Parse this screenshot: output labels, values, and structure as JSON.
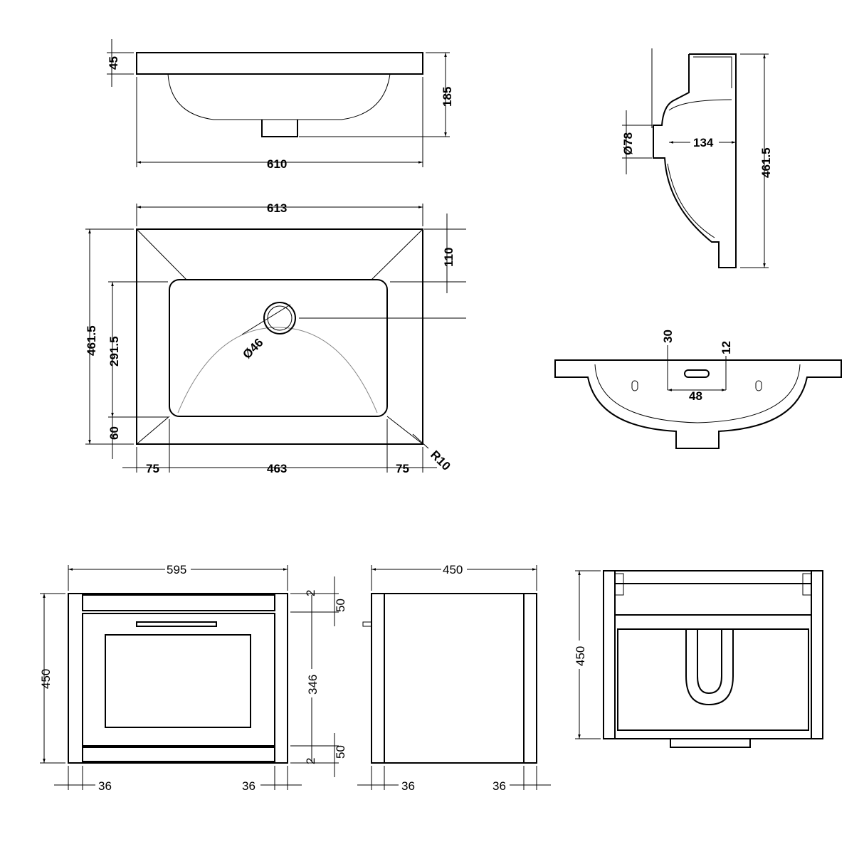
{
  "basin_side_elevation": {
    "thickness": "45",
    "height": "185",
    "width": "610"
  },
  "basin_plan": {
    "width": "613",
    "back_ledge": "110",
    "depth": "461.5",
    "bowl_depth": "291.5",
    "front_ledge": "60",
    "waste_diameter": "Ø46",
    "left_margin": "75",
    "bowl_width": "463",
    "right_margin": "75",
    "corner_radius": "R10"
  },
  "basin_profile": {
    "overflow_diameter": "Ø78",
    "waste_offset": "134",
    "depth": "461.5"
  },
  "basin_underside": {
    "slot_offset": "30",
    "slot_height": "12",
    "slot_width": "48"
  },
  "cabinet_front": {
    "width": "595",
    "height": "450",
    "top_gap": "2",
    "top_rail": "50",
    "door_height": "346",
    "bottom_rail": "50",
    "bottom_gap": "2",
    "left_stile": "36",
    "right_stile": "36"
  },
  "cabinet_side": {
    "depth": "450",
    "front_stile": "36",
    "back_stile": "36"
  },
  "cabinet_top": {
    "height": "450"
  }
}
